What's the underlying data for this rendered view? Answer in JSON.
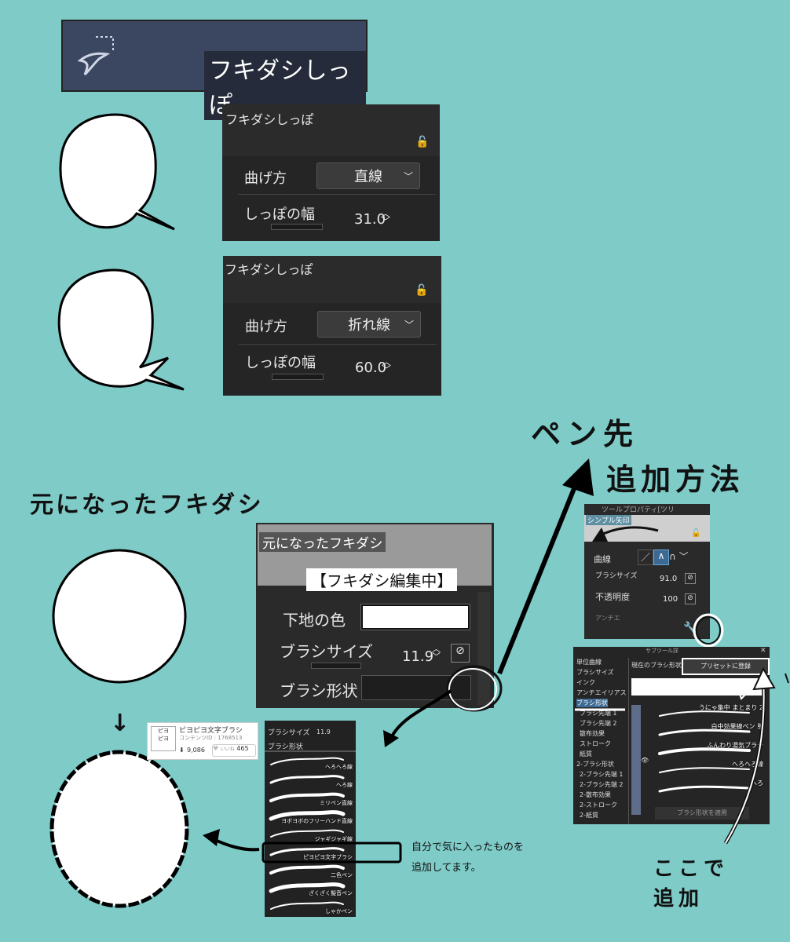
{
  "tool_header": {
    "label": "フキダシしっぽ"
  },
  "panel1": {
    "title": "フキダシしっぽ",
    "bend_label": "曲げ方",
    "bend_value": "直線",
    "width_label": "しっぽの幅",
    "width_value": "31.0"
  },
  "panel2": {
    "title": "フキダシしっぽ",
    "bend_label": "曲げ方",
    "bend_value": "折れ線",
    "width_label": "しっぽの幅",
    "width_value": "60.0"
  },
  "headings": {
    "original": "元になったフキダシ",
    "pen_line1": "ペン先",
    "pen_line2": "追加方法"
  },
  "edit_panel": {
    "preset_name": "元になったフキダシ",
    "status": "【フキダシ編集中】",
    "base_color_label": "下地の色",
    "brush_size_label": "ブラシサイズ",
    "brush_size_value": "11.9",
    "brush_shape_label": "ブラシ形状"
  },
  "brush_list": {
    "size_label": "ブラシサイズ",
    "size_value": "11.9",
    "shape_label": "ブラシ形状",
    "items": [
      "へろへろ線",
      "へろ線",
      "ミリペン直線",
      "ヨボヨボのフリーハンド直線",
      "ジャギジャギ線",
      "ピヨピヨ文字ブラシ",
      "二色ペン",
      "ざくざく擬音ペン",
      "しゃかペン"
    ]
  },
  "note": {
    "line1": "自分で気に入ったものを",
    "line2": "追加してます。"
  },
  "asset_card": {
    "title": "ピヨピヨ文字ブラシ",
    "content_id": "コンテンツID : 1768513",
    "downloads": "9,086",
    "likes_label": "いいね",
    "likes": "465"
  },
  "tool_property": {
    "title": "ツールプロパティ[ツリ",
    "preset": "シンプル矢印",
    "curve_label": "曲線",
    "brush_size_label": "ブラシサイズ",
    "brush_size_value": "91.0",
    "opacity_label": "不透明度",
    "opacity_value": "100",
    "antialias_label": "アンチエ"
  },
  "sub_tool_detail": {
    "title": "サブツール詳",
    "current_shape_label": "現在のブラシ形状",
    "register_button": "プリセットに登録",
    "apply_button": "ブラシ形状を適用",
    "categories": [
      "単位曲線",
      "ブラシサイズ",
      "インク",
      "アンチエイリアス",
      "ブラシ形状",
      "ブラシ先端 1",
      "ブラシ先端 2",
      "散布効果",
      "ストローク",
      "紙質",
      "2-ブラシ形状",
      "2-ブラシ先端 1",
      "2-ブラシ先端 2",
      "2-散布効果",
      "2-ストローク",
      "2-紙質"
    ],
    "presets": [
      "うにゃ集中 まとまり 2",
      "白中効果線ペン 単",
      "ふんわり湯気ブラシ",
      "へろへろ線",
      "へろ"
    ]
  },
  "add_here": {
    "line1": "ここで",
    "line2": "追加"
  }
}
